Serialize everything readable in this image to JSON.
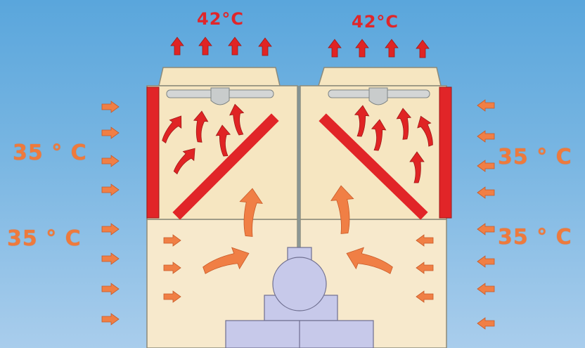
{
  "outlet_temperatures": {
    "left": "42°C",
    "right": "42°C"
  },
  "inlet_temperatures": {
    "left_upper": "35 ° C",
    "left_lower": "35 ° C",
    "right_upper": "35 ° C",
    "right_lower": "35 ° C"
  },
  "colors": {
    "background_top": "#5aa6dc",
    "background_bottom": "#a9cdec",
    "cabinet_fill": "#f6e6c1",
    "lower_body_fill": "#f7e9cc",
    "coil_red": "#e12528",
    "hot_arrow_red": "#e02424",
    "airflow_orange": "#f07f45",
    "motor_fill": "#c7c9ea"
  },
  "icons": {
    "exhaust": "arrow-up-icon",
    "inlet_left": "arrow-right-icon",
    "inlet_right": "arrow-left-icon",
    "internal_flow": "curved-arrow-icon"
  }
}
